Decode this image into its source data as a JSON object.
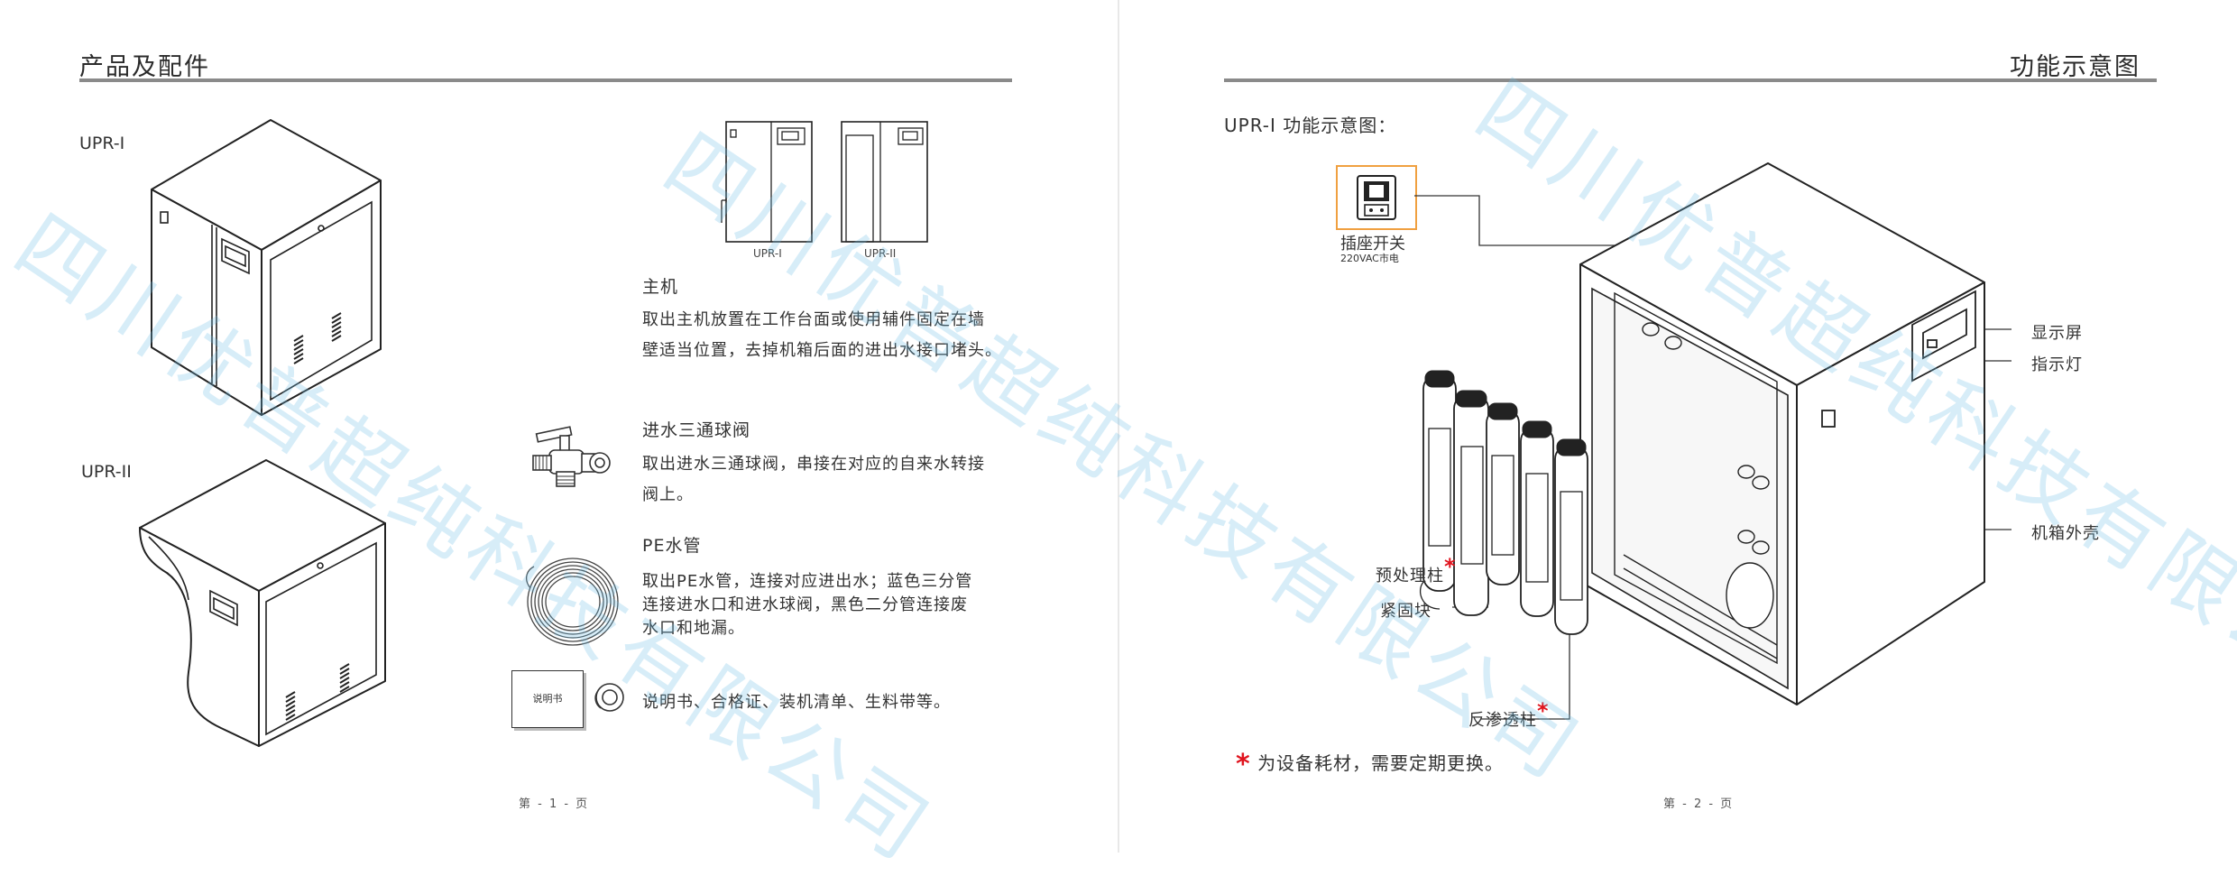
{
  "left_page": {
    "title": "产品及配件",
    "model_upr1": "UPR-I",
    "model_upr2": "UPR-II",
    "thumb_label_1": "UPR-I",
    "thumb_label_2": "UPR-II",
    "items": [
      {
        "heading": "主机",
        "text_lines": [
          "取出主机放置在工作台面或使用辅件固定在墙",
          "壁适当位置，去掉机箱后面的进出水接口堵头。"
        ]
      },
      {
        "heading": "进水三通球阀",
        "text_lines": [
          "取出进水三通球阀，串接在对应的自来水转接",
          "阀上。"
        ]
      },
      {
        "heading": "PE水管",
        "text_lines": [
          "取出PE水管，连接对应进出水；蓝色三分管",
          "连接进水口和进水球阀，黑色二分管连接废",
          "水口和地漏。"
        ]
      },
      {
        "heading": "",
        "text_lines": [
          "说明书、合格证、装机清单、生料带等。"
        ]
      }
    ],
    "manual_label": "说明书",
    "page_number": "第 - 1 - 页"
  },
  "right_page": {
    "title": "功能示意图",
    "subtitle": "UPR-I 功能示意图：",
    "socket_label": "插座开关",
    "socket_sub": "220VAC市电",
    "callouts": {
      "display": "显示屏",
      "indicator": "指示灯",
      "housing": "机箱外壳",
      "pretreat": "预处理柱",
      "clamp": "紧固块",
      "ro": "反渗透柱"
    },
    "note_star": "*",
    "note": "为设备耗材，需要定期更换。",
    "page_number": "第 - 2 - 页"
  },
  "watermark": "四川优普超纯科技有限公司",
  "colors": {
    "star": "#e0141e",
    "rule": "#8a8a8a",
    "watermark": "#6ebee6",
    "socket_border": "#f0a040"
  }
}
